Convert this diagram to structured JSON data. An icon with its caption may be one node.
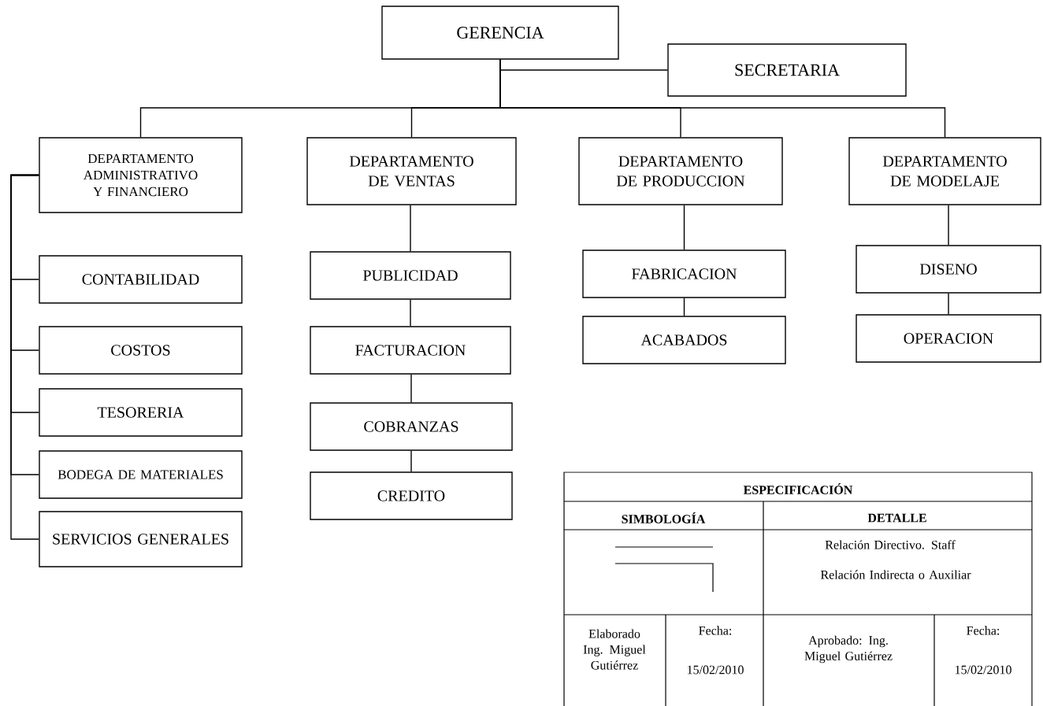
{
  "diagram": {
    "nodes": [
      {
        "text": [
          "GERENCIA"
        ]
      },
      {
        "text": [
          "SECRETARIA"
        ]
      },
      {
        "text": [
          "DEPARTAMENTO ADMINISTRATIVO Y FINANCIERO"
        ]
      },
      {
        "text": [
          "DEPARTAMENTO DE VENTAS"
        ]
      },
      {
        "text": [
          "DEPARTAMENTO DE PRODUCCION"
        ]
      },
      {
        "text": [
          "DEPARTAMENTO DE MODELAJE"
        ]
      },
      {
        "text": [
          "CONTABILIDAD"
        ]
      },
      {
        "text": [
          "COSTOS"
        ]
      },
      {
        "text": [
          "TESORERIA"
        ]
      },
      {
        "text": [
          "BODEGA DE MATERIALES"
        ]
      },
      {
        "text": [
          "SERVICIOS GENERALES"
        ]
      },
      {
        "text": [
          "PUBLICIDAD"
        ]
      },
      {
        "text": [
          "FACTURACION"
        ]
      },
      {
        "text": [
          "COBRANZAS"
        ]
      },
      {
        "text": [
          "CREDITO"
        ]
      },
      {
        "text": [
          "FABRICACION"
        ]
      },
      {
        "text": [
          "ACABADOS"
        ]
      },
      {
        "text": [
          "DISENO"
        ]
      },
      {
        "text": [
          "OPERACION"
        ]
      }
    ],
    "edges": [
      {
        "from": 0,
        "to": 1,
        "arrow": "none"
      },
      {
        "from": 0,
        "to": 2,
        "arrow": "none"
      },
      {
        "from": 0,
        "to": 3,
        "arrow": "none"
      },
      {
        "from": 0,
        "to": 4,
        "arrow": "none"
      },
      {
        "from": 0,
        "to": 5,
        "arrow": "none"
      },
      {
        "from": 2,
        "to": 6,
        "arrow": "none"
      },
      {
        "from": 2,
        "to": 7,
        "arrow": "none"
      },
      {
        "from": 2,
        "to": 8,
        "arrow": "none"
      },
      {
        "from": 2,
        "to": 9,
        "arrow": "none"
      },
      {
        "from": 2,
        "to": 10,
        "arrow": "none"
      },
      {
        "from": 3,
        "to": 11,
        "arrow": "none"
      },
      {
        "from": 11,
        "to": 12,
        "arrow": "none"
      },
      {
        "from": 12,
        "to": 13,
        "arrow": "none"
      },
      {
        "from": 13,
        "to": 14,
        "arrow": "none"
      },
      {
        "from": 4,
        "to": 15,
        "arrow": "none"
      },
      {
        "from": 15,
        "to": 16,
        "arrow": "none"
      },
      {
        "from": 5,
        "to": 17,
        "arrow": "none"
      },
      {
        "from": 17,
        "to": 18,
        "arrow": "none"
      }
    ],
    "labels": [
      "ESPECIFICACIÓN",
      "SIMBOLOGÍA",
      "DETALLE",
      "Relación Directivo. Staff",
      "Relación Indirecta o Auxiliar",
      "Elaborado Ing. Miguel Gutiérrez",
      "Fecha:",
      "15/02/2010",
      "Aprobado: Ing. Miguel Gutiérrez",
      "Fecha:",
      "15/02/2010"
    ]
  }
}
